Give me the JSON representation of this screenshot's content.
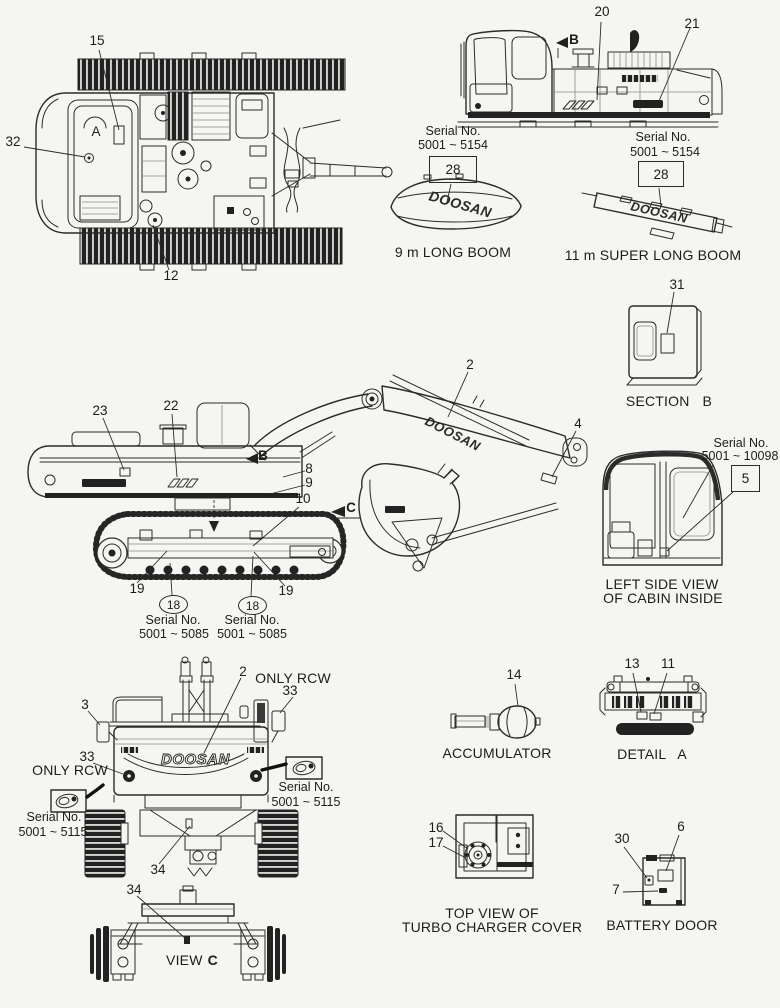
{
  "page": {
    "background": "#f5f5f2",
    "line_color": "#2b2b2b",
    "text_color": "#1c1c1c"
  },
  "top_view": {
    "c15": "15",
    "c32": "32",
    "c12": "12",
    "view_letter": "A"
  },
  "rear_side_view": {
    "c20": "20",
    "c21": "21",
    "section_marker": "B"
  },
  "boom9": {
    "serial_label": "Serial No.",
    "serial_range": "5001 ~ 5154",
    "c28": "28",
    "logo": "DOOSAN",
    "caption": "9 m LONG BOOM"
  },
  "boom11": {
    "serial_label": "Serial No.",
    "serial_range": "5001 ~ 5154",
    "c28": "28",
    "logo": "DOOSAN",
    "caption": "11 m SUPER LONG BOOM"
  },
  "section_b": {
    "c31": "31",
    "caption_word": "SECTION",
    "caption_letter": "B"
  },
  "side_view": {
    "c23": "23",
    "c22": "22",
    "c2": "2",
    "c4": "4",
    "c8": "8",
    "c9": "9",
    "c10": "10",
    "marker_b": "B",
    "marker_c": "C",
    "logo": "DOOSAN"
  },
  "track_serials": {
    "c19_left": "19",
    "c19_right": "19",
    "c18_left": "18",
    "c18_right": "18",
    "left": {
      "serial_label": "Serial No.",
      "serial_range": "5001 ~ 5085"
    },
    "right": {
      "serial_label": "Serial No.",
      "serial_range": "5001 ~ 5085"
    }
  },
  "cabin_inside": {
    "serial_label": "Serial No.",
    "serial_range": "5001 ~ 10098",
    "c5": "5",
    "caption_line1": "LEFT SIDE VIEW",
    "caption_line2": "OF CABIN INSIDE"
  },
  "rear_view": {
    "c2": "2",
    "c3": "3",
    "c33_right": "33",
    "c33_left": "33",
    "only_rcw_right": "ONLY RCW",
    "only_rcw_left": "ONLY RCW",
    "c34": "34",
    "logo": "DOOSAN",
    "lamp_right": {
      "serial_label": "Serial No.",
      "serial_range": "5001 ~ 5115"
    },
    "lamp_left": {
      "serial_label": "Serial No.",
      "serial_range": "5001 ~ 5115"
    }
  },
  "view_c": {
    "c34": "34",
    "caption_word": "VIEW",
    "caption_letter": "C"
  },
  "accumulator": {
    "c14": "14",
    "caption": "ACCUMULATOR"
  },
  "detail_a": {
    "c13": "13",
    "c11": "11",
    "caption_word": "DETAIL",
    "caption_letter": "A"
  },
  "turbo_cover": {
    "c16": "16",
    "c17": "17",
    "caption_line1": "TOP VIEW OF",
    "caption_line2": "TURBO CHARGER COVER"
  },
  "battery_door": {
    "c30": "30",
    "c6": "6",
    "c7": "7",
    "caption": "BATTERY DOOR"
  }
}
